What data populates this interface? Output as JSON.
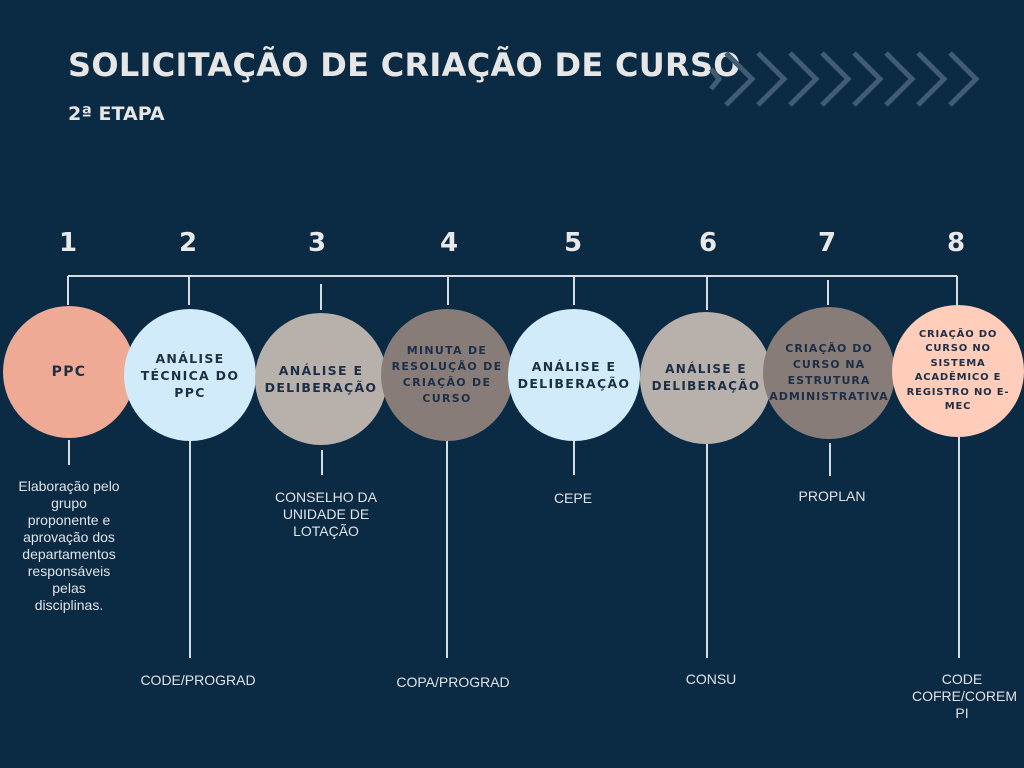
{
  "header": {
    "title": "SOLICITAÇÃO DE CRIAÇÃO DE CURSO",
    "subtitle": "2ª ETAPA",
    "decoration_icon": "chevron-right-icon"
  },
  "colors": {
    "background": "#0b2a44",
    "salmon": "#efaa96",
    "light_blue": "#d2ebfa",
    "light_gray": "#b8b0ab",
    "dark_gray": "#877c78",
    "peach": "#ffcdb9"
  },
  "steps": [
    {
      "number": "1",
      "title": "PPC",
      "label": "Elaboração pelo grupo proponente e aprovação dos departamentos responsáveis pelas disciplinas."
    },
    {
      "number": "2",
      "title": "ANÁLISE TÉCNICA DO PPC",
      "label": "CODE/PROGRAD"
    },
    {
      "number": "3",
      "title": "ANÁLISE E DELIBERAÇÃO",
      "label": "CONSELHO DA UNIDADE DE LOTAÇÃO"
    },
    {
      "number": "4",
      "title": "MINUTA DE RESOLUÇÃO DE CRIAÇÃO DE CURSO",
      "label": "COPA/PROGRAD"
    },
    {
      "number": "5",
      "title": "ANÁLISE E DELIBERAÇÃO",
      "label": "CEPE"
    },
    {
      "number": "6",
      "title": "ANÁLISE E DELIBERAÇÃO",
      "label": "CONSU"
    },
    {
      "number": "7",
      "title": "CRIAÇÃO DO CURSO NA ESTRUTURA ADMINISTRATIVA",
      "label": "PROPLAN"
    },
    {
      "number": "8",
      "title": "CRIAÇÃO DO CURSO NO SISTEMA ACADÊMICO E REGISTRO NO E-MEC",
      "label": "CODE COFRE/COREM PI"
    }
  ]
}
